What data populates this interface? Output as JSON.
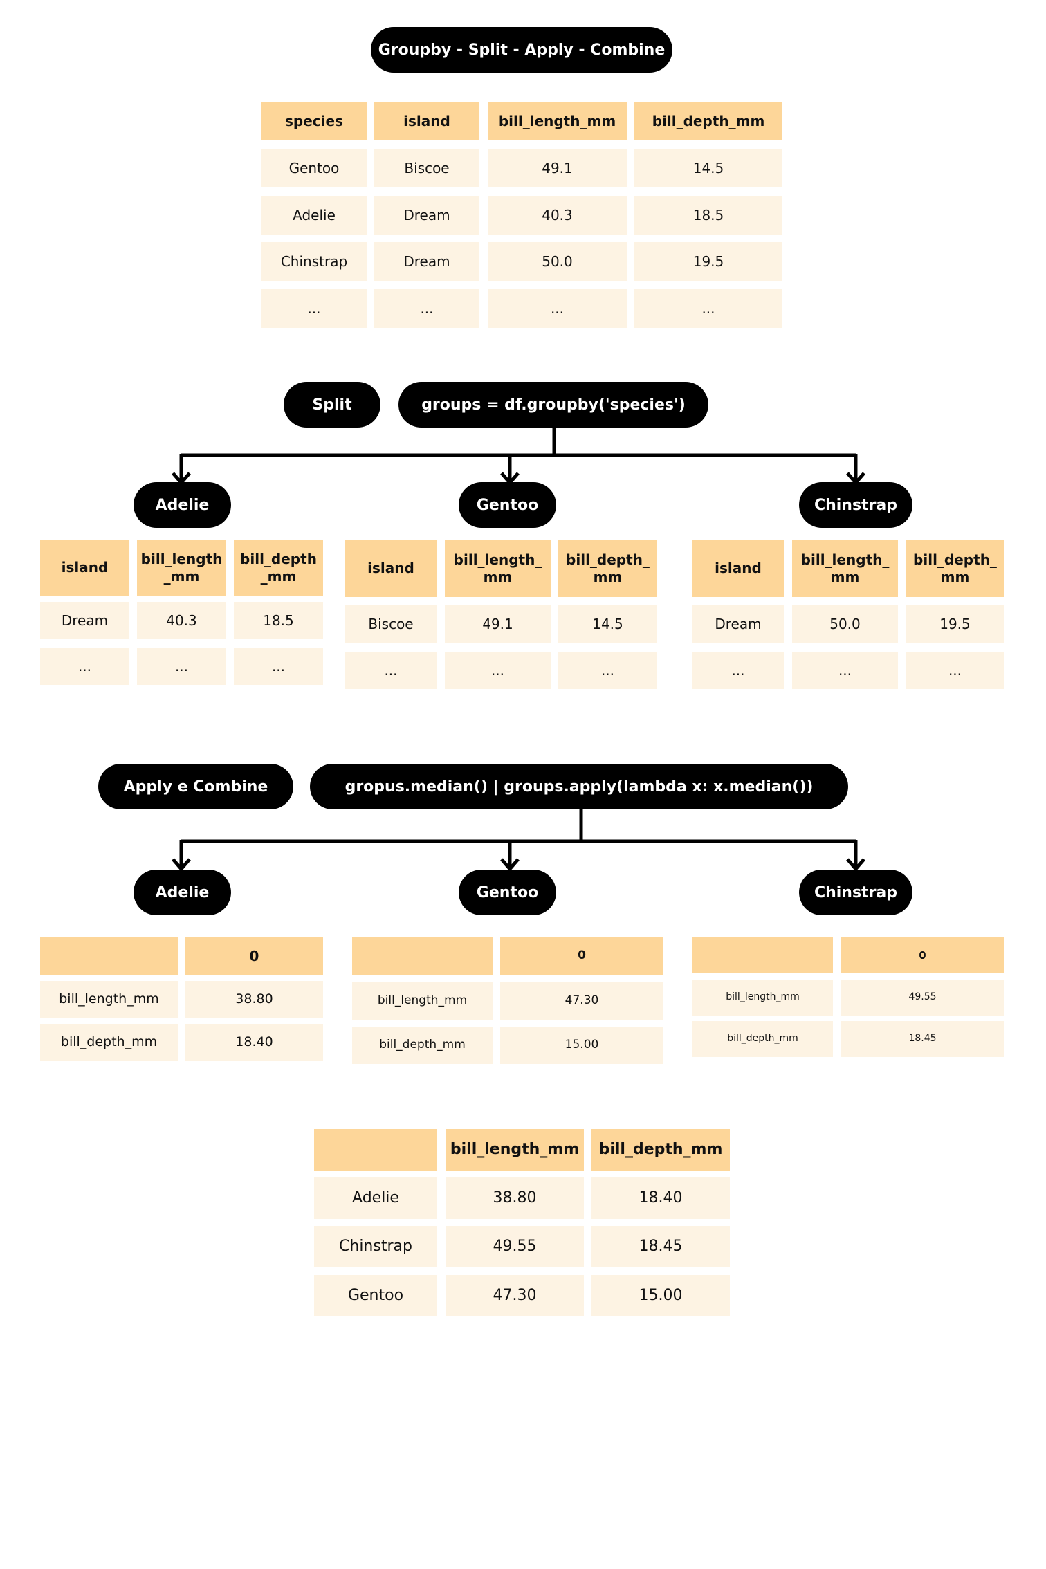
{
  "title": "Groupby - Split - Apply - Combine",
  "source_table": {
    "headers": [
      "species",
      "island",
      "bill_length_mm",
      "bill_depth_mm"
    ],
    "rows": [
      [
        "Gentoo",
        "Biscoe",
        "49.1",
        "14.5"
      ],
      [
        "Adelie",
        "Dream",
        "40.3",
        "18.5"
      ],
      [
        "Chinstrap",
        "Dream",
        "50.0",
        "19.5"
      ],
      [
        "...",
        "...",
        "...",
        "..."
      ]
    ]
  },
  "split": {
    "label": "Split",
    "code": "groups = df.groupby('species')",
    "groups": [
      {
        "name": "Adelie",
        "headers": [
          "island",
          "bill_length _mm",
          "bill_depth _mm"
        ],
        "rows": [
          [
            "Dream",
            "40.3",
            "18.5"
          ],
          [
            "...",
            "...",
            "..."
          ]
        ]
      },
      {
        "name": "Gentoo",
        "headers": [
          "island",
          "bill_length_ mm",
          "bill_depth_ mm"
        ],
        "rows": [
          [
            "Biscoe",
            "49.1",
            "14.5"
          ],
          [
            "...",
            "...",
            "..."
          ]
        ]
      },
      {
        "name": "Chinstrap",
        "headers": [
          "island",
          "bill_length_ mm",
          "bill_depth_ mm"
        ],
        "rows": [
          [
            "Dream",
            "50.0",
            "19.5"
          ],
          [
            "...",
            "...",
            "..."
          ]
        ]
      }
    ]
  },
  "apply": {
    "label": "Apply e Combine",
    "code": "gropus.median() | groups.apply(lambda x: x.median())",
    "groups": [
      {
        "name": "Adelie",
        "headers": [
          "",
          "0"
        ],
        "rows": [
          [
            "bill_length_mm",
            "38.80"
          ],
          [
            "bill_depth_mm",
            "18.40"
          ]
        ]
      },
      {
        "name": "Gentoo",
        "headers": [
          "",
          "0"
        ],
        "rows": [
          [
            "bill_length_mm",
            "47.30"
          ],
          [
            "bill_depth_mm",
            "15.00"
          ]
        ]
      },
      {
        "name": "Chinstrap",
        "headers": [
          "",
          "0"
        ],
        "rows": [
          [
            "bill_length_mm",
            "49.55"
          ],
          [
            "bill_depth_mm",
            "18.45"
          ]
        ]
      }
    ]
  },
  "result_table": {
    "headers": [
      "",
      "bill_length_mm",
      "bill_depth_mm"
    ],
    "rows": [
      [
        "Adelie",
        "38.80",
        "18.40"
      ],
      [
        "Chinstrap",
        "49.55",
        "18.45"
      ],
      [
        "Gentoo",
        "47.30",
        "15.00"
      ]
    ]
  }
}
